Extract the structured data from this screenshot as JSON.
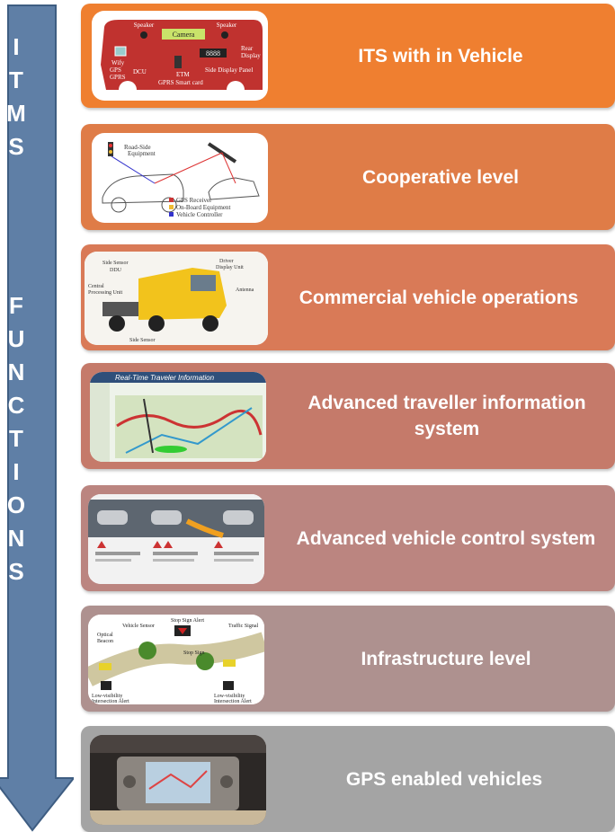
{
  "arrow": {
    "color": "#5f7fa6",
    "letters_top": [
      "I",
      "T",
      "M",
      "S"
    ],
    "letters_bottom": [
      "F",
      "U",
      "N",
      "C",
      "T",
      "I",
      "O",
      "N",
      "S"
    ]
  },
  "items": [
    {
      "label": "ITS with in Vehicle",
      "color": "#ef7f30",
      "thumb_text": {
        "speaker1": "Speaker",
        "camera": "Camera",
        "speaker2": "Speaker",
        "rear": "Rear",
        "display": "Display",
        "wify": "Wify",
        "gps": "GPS",
        "gprs": "GPRS",
        "dcu": "DCU",
        "etm": "ETM",
        "smartcard": "GPRS Smart card",
        "side": "Side Display Panel",
        "digits": "8888"
      }
    },
    {
      "label": "Cooperative level",
      "color": "#df7c47",
      "thumb_text": {
        "rse1": "Road-Side",
        "rse2": "Equipment",
        "l1": "GPS Receiver",
        "l2": "On-Board Equipment",
        "l3": "Vehicle Controller"
      }
    },
    {
      "label": "Commercial vehicle operations",
      "color": "#d97a57",
      "thumb_text": {
        "a": "Side Sensor",
        "b": "DDU",
        "c": "Central",
        "d": "Processing Unit",
        "e": "Driver",
        "f": "Display Unit",
        "g": "Antenna",
        "h": "Side Sensor"
      }
    },
    {
      "label": "Advanced traveller information system",
      "color": "#c57a6a",
      "thumb_text": {
        "title": "Real-Time Traveler Information"
      }
    },
    {
      "label": "Advanced vehicle control system",
      "color": "#bb8580",
      "thumb_text": {}
    },
    {
      "label": "Infrastructure level",
      "color": "#ae918f",
      "thumb_text": {
        "a": "Stop Sign Alert",
        "b": "Vehicle Sensor",
        "c": "Traffic Signal",
        "d": "Optical",
        "e": "Beacon",
        "f": "Stop Sign",
        "g": "Low-visibility",
        "h": "Intersection Alert",
        "i": "Low-visibility",
        "j": "Intersection Alert"
      }
    },
    {
      "label": "GPS enabled vehicles",
      "color": "#a4a4a4",
      "thumb_text": {}
    }
  ]
}
